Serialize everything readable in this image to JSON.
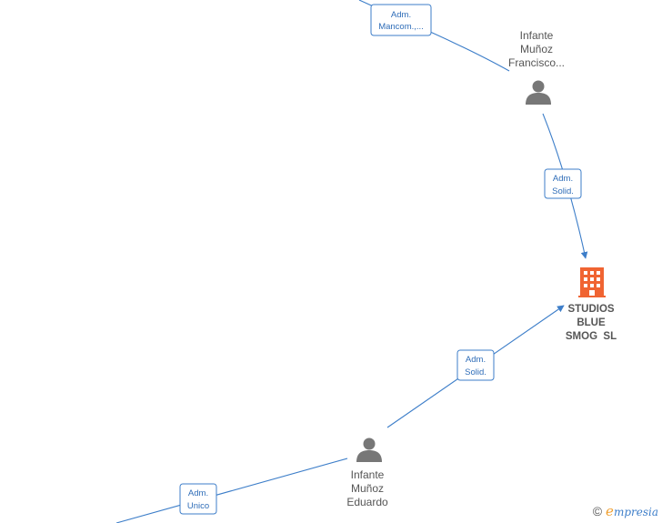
{
  "nodes": {
    "person_francisco": {
      "name_lines": [
        "Infante",
        "Muñoz",
        "Francisco..."
      ]
    },
    "person_eduardo": {
      "name_lines": [
        "Infante",
        "Muñoz",
        "Eduardo"
      ]
    },
    "company": {
      "name_lines": [
        "STUDIOS",
        "BLUE",
        "SMOG  SL"
      ]
    }
  },
  "edges": {
    "mancom": {
      "lines": [
        "Adm.",
        "Mancom.,..."
      ]
    },
    "solid_top": {
      "lines": [
        "Adm.",
        "Solid."
      ]
    },
    "solid_bottom": {
      "lines": [
        "Adm.",
        "Solid."
      ]
    },
    "unico": {
      "lines": [
        "Adm.",
        "Unico"
      ]
    }
  },
  "footer": {
    "copyright": "©",
    "brand_initial": "e",
    "brand_rest": "mpresia"
  },
  "colors": {
    "edge": "#3d7ec9",
    "company": "#f06432",
    "person": "#777777"
  }
}
